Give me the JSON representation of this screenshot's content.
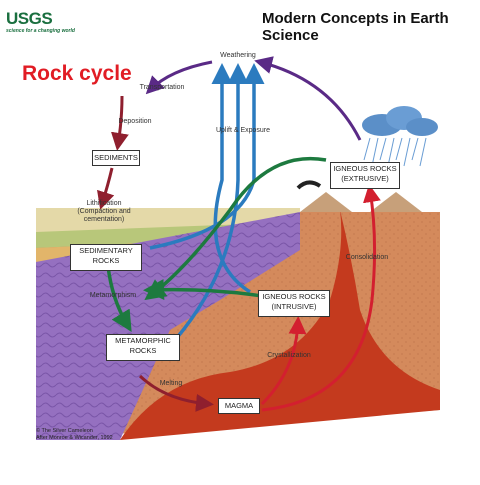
{
  "header": {
    "logo_text": "USGS",
    "logo_tagline": "science for a changing world",
    "series_title": "Modern Concepts in Earth Science"
  },
  "diagram": {
    "title": "Rock cycle",
    "boxes": {
      "sediments": "SEDIMENTS",
      "sedimentary_line1": "SEDIMENTARY",
      "sedimentary_line2": "ROCKS",
      "metamorphic_line1": "METAMORPHIC",
      "metamorphic_line2": "ROCKS",
      "magma": "MAGMA",
      "intrusive_line1": "IGNEOUS ROCKS",
      "intrusive_line2": "(INTRUSIVE)",
      "extrusive_line1": "IGNEOUS ROCKS",
      "extrusive_line2": "(EXTRUSIVE)"
    },
    "processes": {
      "weathering": "Weathering",
      "transportation": "Transportation",
      "deposition": "Deposition",
      "uplift": "Uplift & Exposure",
      "lithification_line1": "Lithification",
      "lithification_line2": "(Compaction and",
      "lithification_line3": "cementation)",
      "metamorphism": "Metamorphism",
      "melting": "Melting",
      "crystallization": "Crystallization",
      "consolidation": "Consolidation"
    },
    "credit_line1": "© The Silver Cameleon",
    "credit_line2": "After Monroe & Wicander, 1992"
  },
  "colors": {
    "brand_green": "#1a6f3f",
    "title_red": "#e11c24",
    "arrow_purple": "#5a2a86",
    "arrow_maroon": "#8f1f2e",
    "arrow_blue": "#2b7bbf",
    "arrow_green": "#1d7a3f",
    "arrow_red": "#d31f2f",
    "magma_red": "#c43a1e",
    "crust_tan": "#d48a5c",
    "metamorphic_purple": "#9570c0"
  }
}
